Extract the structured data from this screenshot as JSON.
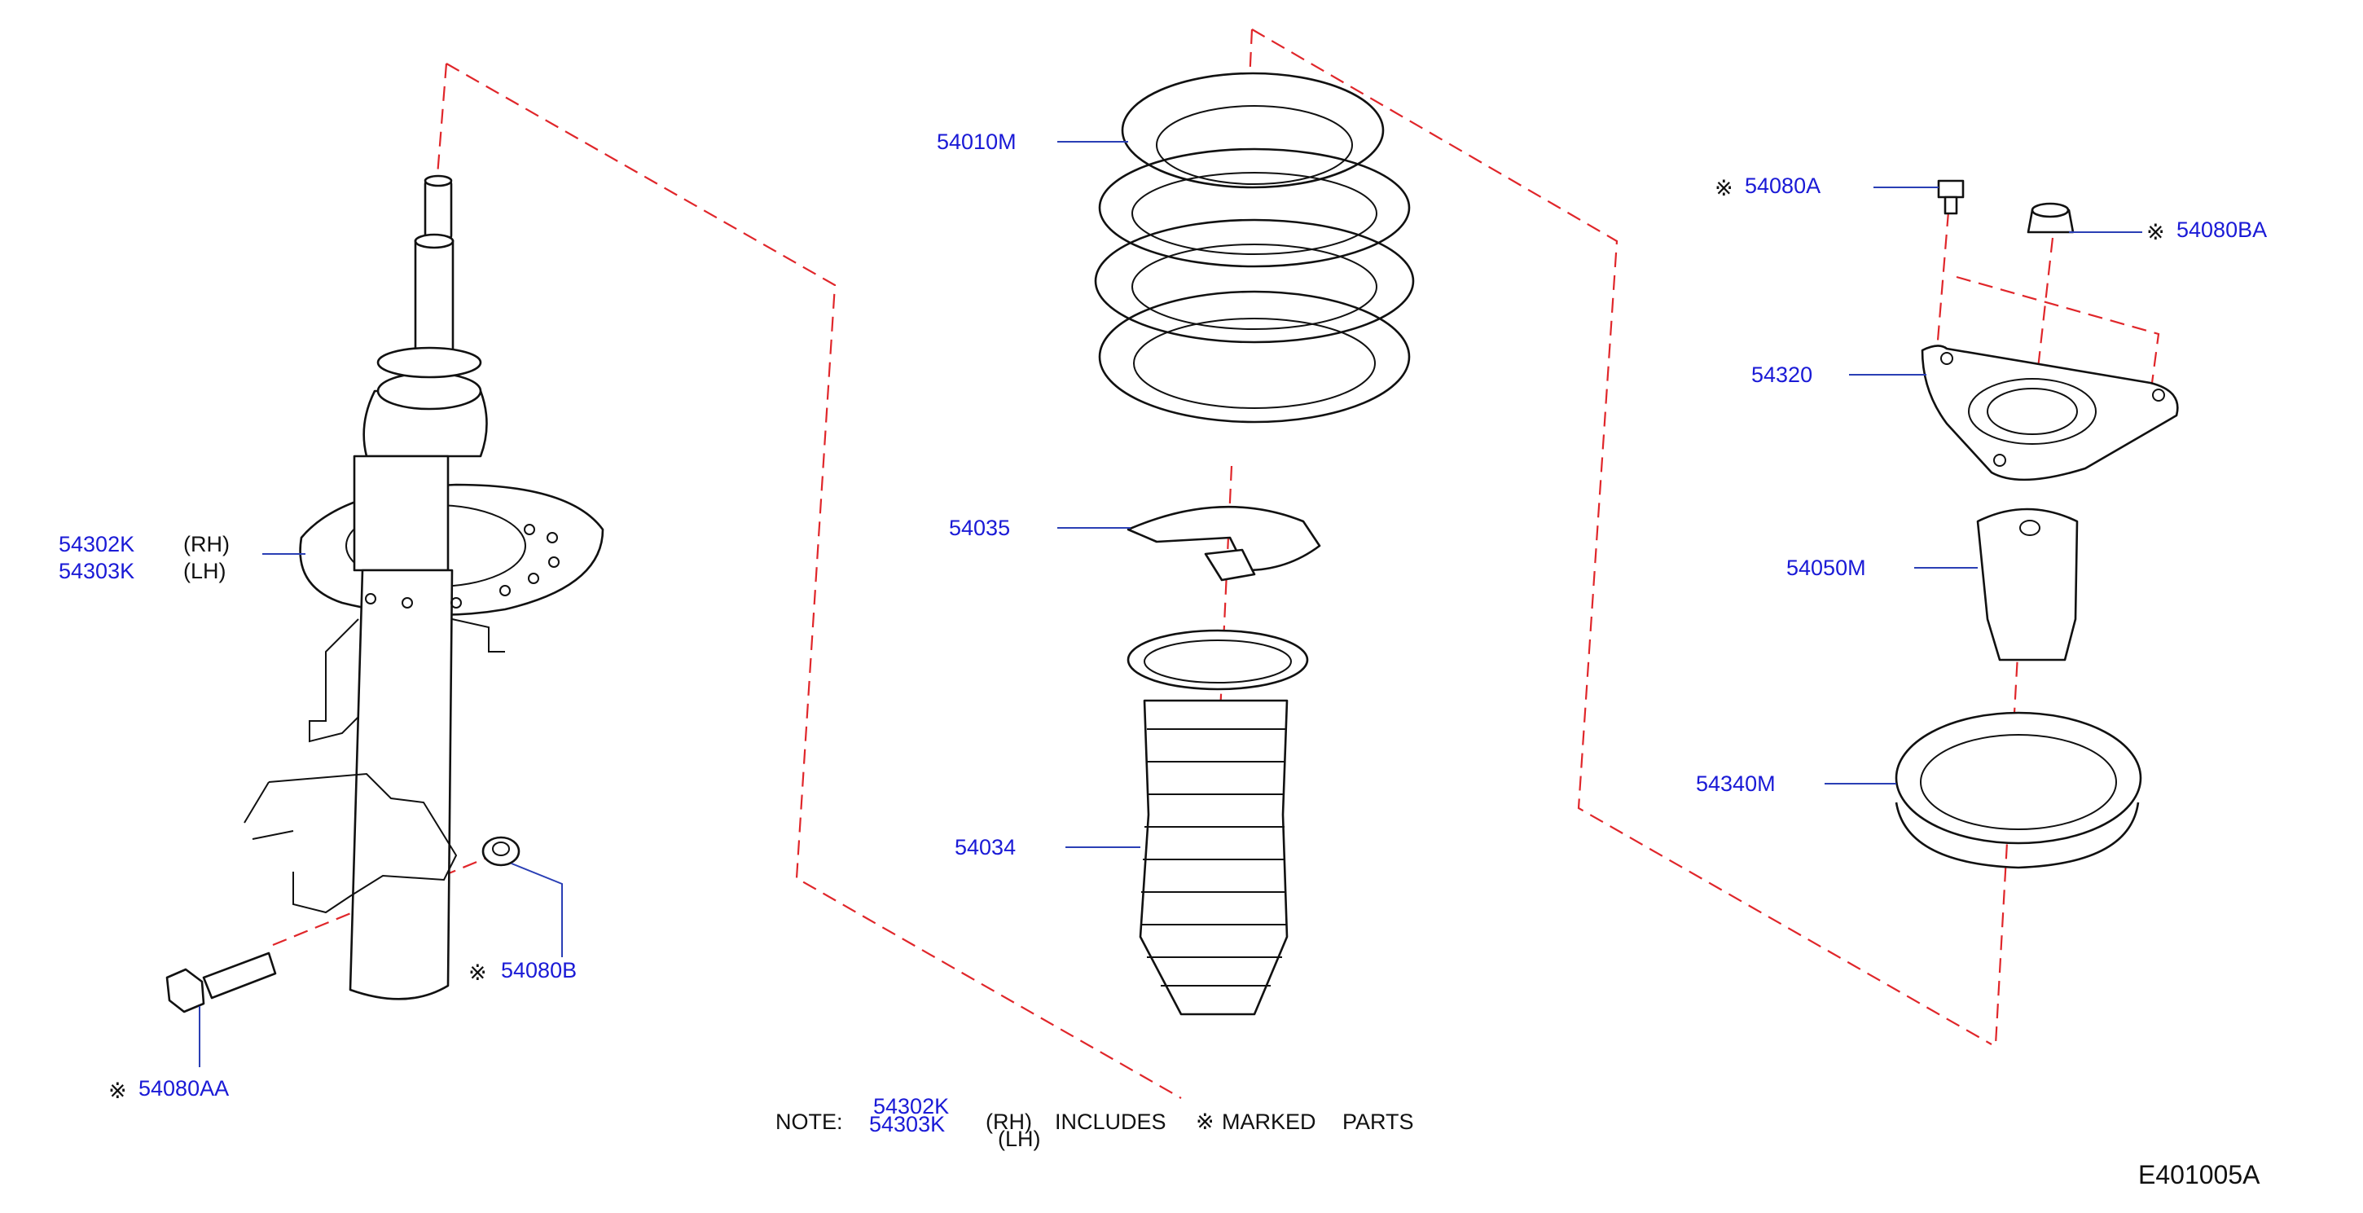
{
  "parts": {
    "spring": "54010M",
    "spring_seat": "54035",
    "dust_boot": "54034",
    "strut_rh": "54302K",
    "strut_lh": "54303K",
    "rh": "(RH)",
    "lh": "(LH)",
    "bolt_aa": "54080AA",
    "nut_b": "54080B",
    "bolt_a": "54080A",
    "nut_ba": "54080BA",
    "mount": "54320",
    "bump_stop": "54050M",
    "bearing": "54340M"
  },
  "mark": "※",
  "note": {
    "prefix": "NOTE:",
    "part_rh": "54302K",
    "part_lh": "54303K",
    "rh": "(RH)",
    "lh": "(LH)",
    "includes": "INCLUDES",
    "marked": "MARKED",
    "parts": "PARTS"
  },
  "figure_code": "E401005A",
  "colors": {
    "label": "#1a1ad6",
    "leader": "#2a3fb5",
    "centerline": "#e0262a",
    "outline": "#111111"
  }
}
